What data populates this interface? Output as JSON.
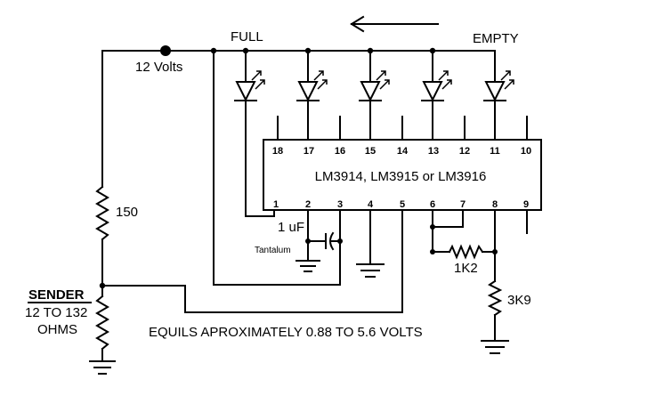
{
  "labels": {
    "full": "FULL",
    "empty": "EMPTY",
    "supply": "12 Volts",
    "r150": "150",
    "cap": "1 uF",
    "tantalum": "Tantalum",
    "r1k2": "1K2",
    "r3k9": "3K9",
    "sender_title": "SENDER",
    "sender_range": "12 TO 132",
    "sender_unit": "OHMS",
    "equation": "EQUILS APROXIMATELY 0.88 TO 5.6 VOLTS"
  },
  "chip": {
    "name": "LM3914, LM3915 or LM3916",
    "top_pins": [
      "18",
      "17",
      "16",
      "15",
      "14",
      "13",
      "12",
      "11",
      "10"
    ],
    "bottom_pins": [
      "1",
      "2",
      "3",
      "4",
      "5",
      "6",
      "7",
      "8",
      "9"
    ]
  },
  "arrow_direction": "left"
}
